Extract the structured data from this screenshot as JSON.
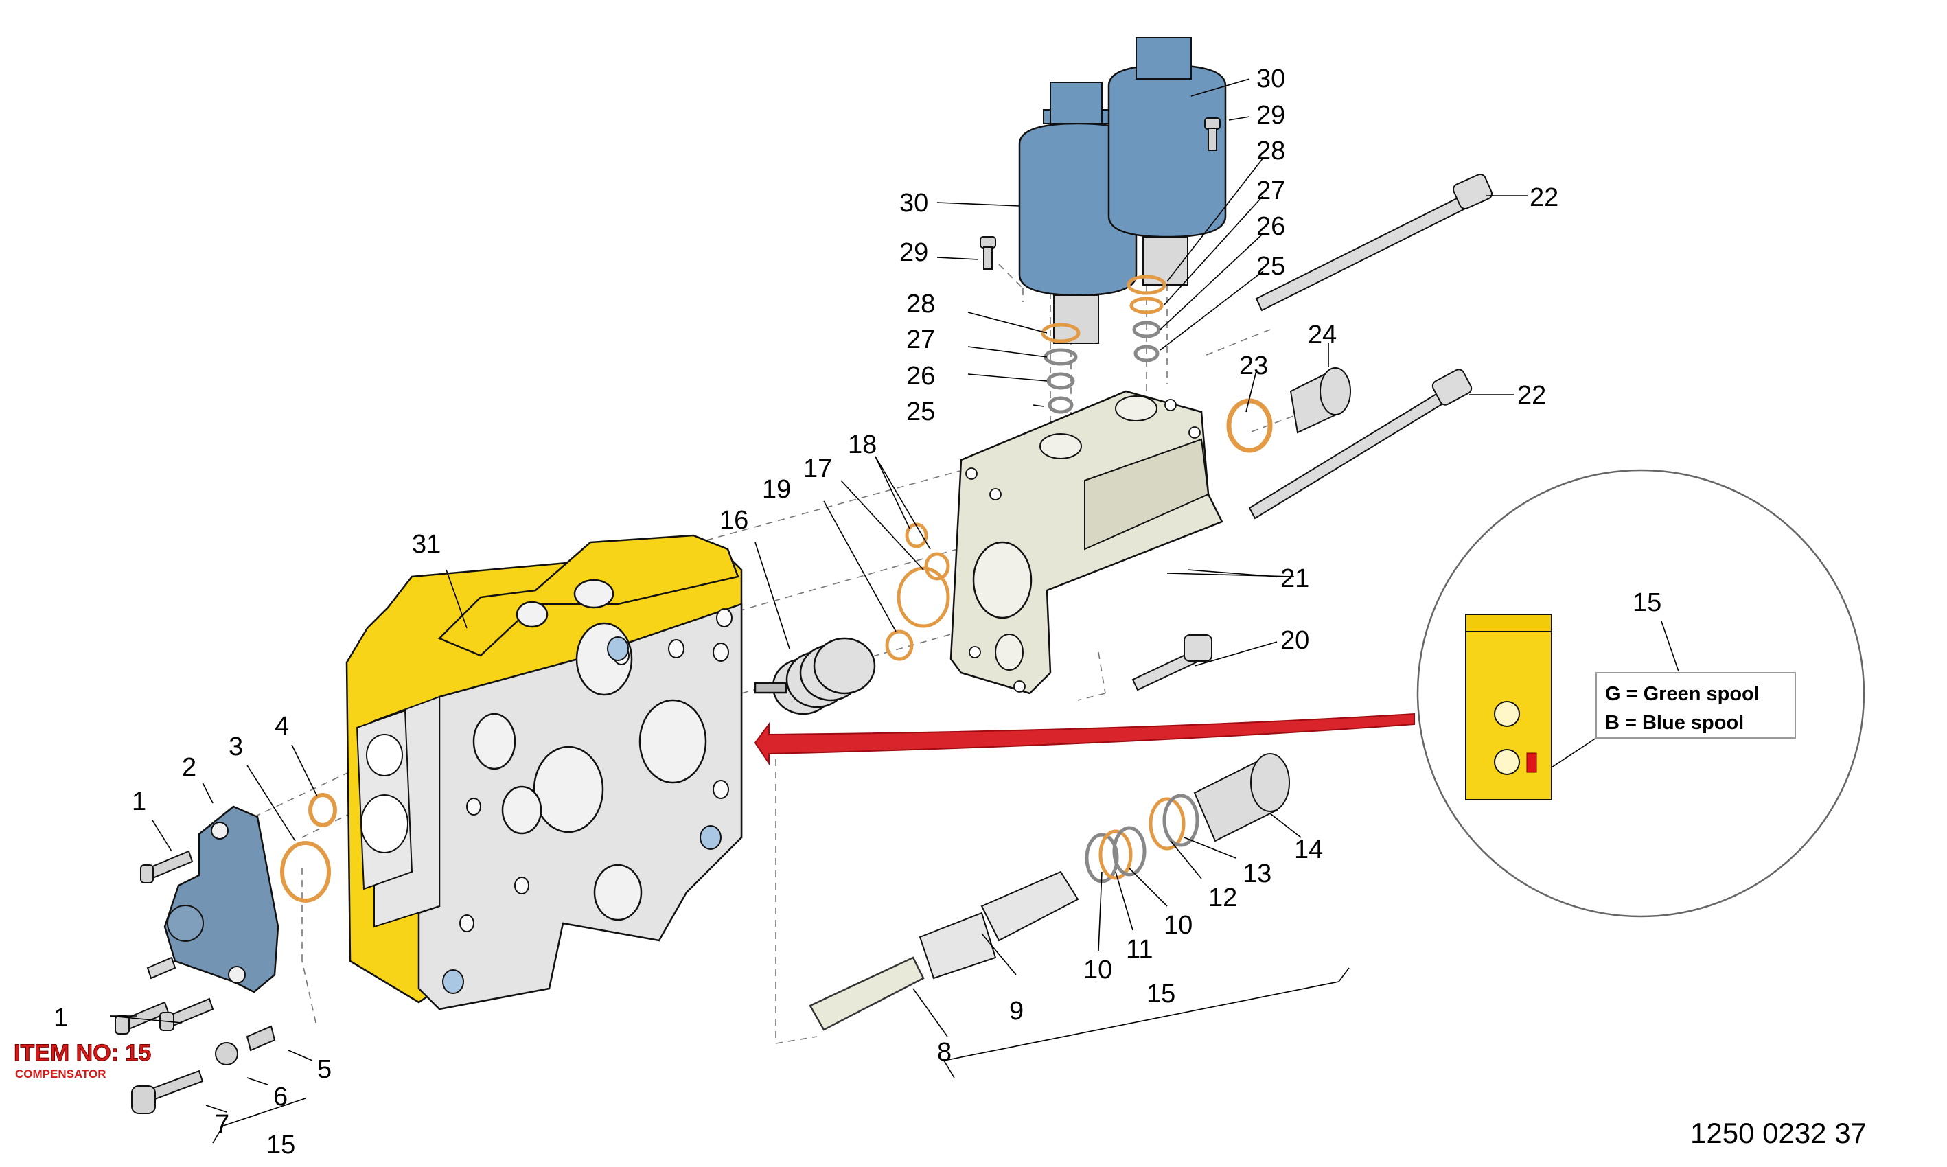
{
  "callouts": [
    {
      "id": "c1a",
      "label": "1"
    },
    {
      "id": "c1b",
      "label": "1"
    },
    {
      "id": "c2",
      "label": "2"
    },
    {
      "id": "c3",
      "label": "3"
    },
    {
      "id": "c4",
      "label": "4"
    },
    {
      "id": "c5",
      "label": "5"
    },
    {
      "id": "c6",
      "label": "6"
    },
    {
      "id": "c7",
      "label": "7"
    },
    {
      "id": "c8",
      "label": "8"
    },
    {
      "id": "c9",
      "label": "9"
    },
    {
      "id": "c10a",
      "label": "10"
    },
    {
      "id": "c10b",
      "label": "10"
    },
    {
      "id": "c11",
      "label": "11"
    },
    {
      "id": "c12",
      "label": "12"
    },
    {
      "id": "c13",
      "label": "13"
    },
    {
      "id": "c14",
      "label": "14"
    },
    {
      "id": "c15a",
      "label": "15"
    },
    {
      "id": "c15b",
      "label": "15"
    },
    {
      "id": "c15c",
      "label": "15"
    },
    {
      "id": "c16",
      "label": "16"
    },
    {
      "id": "c17",
      "label": "17"
    },
    {
      "id": "c18",
      "label": "18"
    },
    {
      "id": "c19",
      "label": "19"
    },
    {
      "id": "c20",
      "label": "20"
    },
    {
      "id": "c21",
      "label": "21"
    },
    {
      "id": "c22a",
      "label": "22"
    },
    {
      "id": "c22b",
      "label": "22"
    },
    {
      "id": "c23",
      "label": "23"
    },
    {
      "id": "c24",
      "label": "24"
    },
    {
      "id": "c25a",
      "label": "25"
    },
    {
      "id": "c25b",
      "label": "25"
    },
    {
      "id": "c26a",
      "label": "26"
    },
    {
      "id": "c26b",
      "label": "26"
    },
    {
      "id": "c27a",
      "label": "27"
    },
    {
      "id": "c27b",
      "label": "27"
    },
    {
      "id": "c28a",
      "label": "28"
    },
    {
      "id": "c28b",
      "label": "28"
    },
    {
      "id": "c29a",
      "label": "29"
    },
    {
      "id": "c29b",
      "label": "29"
    },
    {
      "id": "c30a",
      "label": "30"
    },
    {
      "id": "c30b",
      "label": "30"
    },
    {
      "id": "c31",
      "label": "31"
    }
  ],
  "item": {
    "title": "ITEM NO: 15",
    "subtitle": "COMPENSATOR"
  },
  "legend": {
    "green": "G = Green spool",
    "blue": "B = Blue spool"
  },
  "drawing_number": "1250 0232 37",
  "colors": {
    "housing_yellow": "#f7d417",
    "housing_face": "#e4e4e4",
    "cover_blue": "#7394b2",
    "solenoid_blue": "#6e97bd",
    "seal_orange": "#e39a45",
    "block_beige": "#e6e6d6",
    "arrow_red": "#d9242b",
    "marker_red": "#e0141b"
  }
}
